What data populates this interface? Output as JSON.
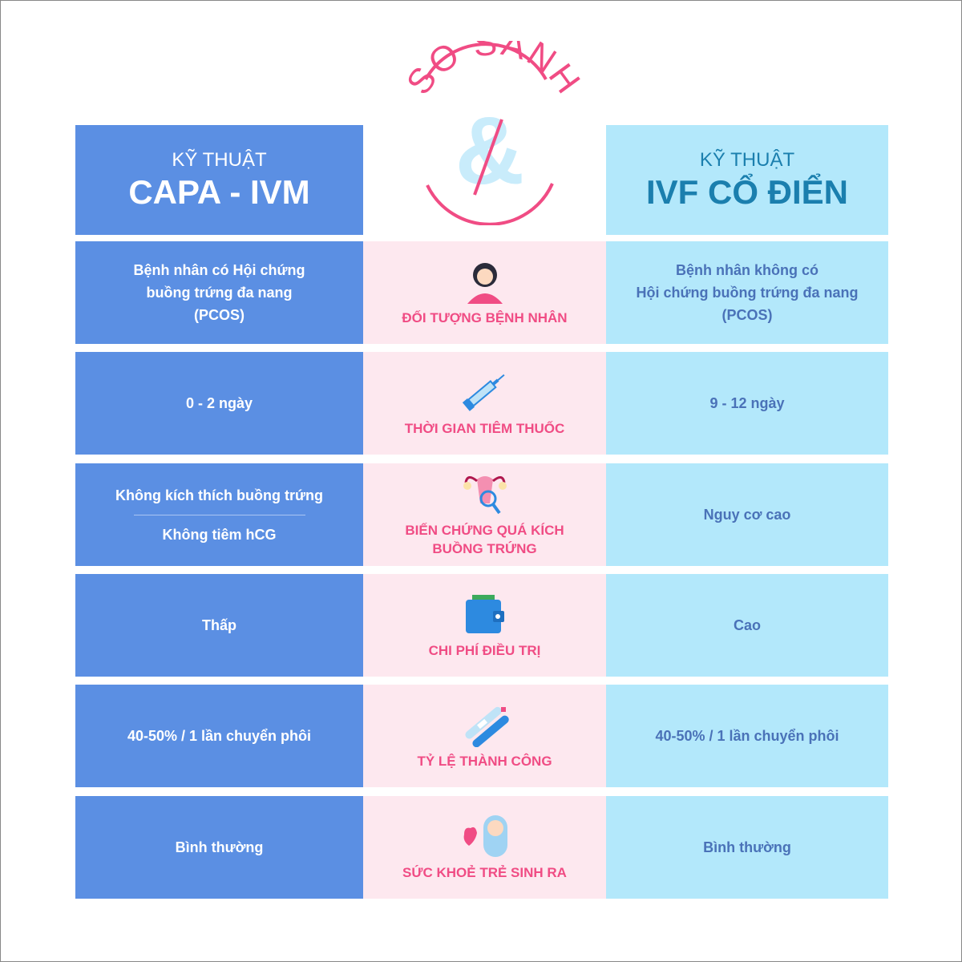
{
  "title": "SO SÁNH",
  "left": {
    "kicker": "KỸ THUẬT",
    "name": "CAPA - IVM"
  },
  "right": {
    "kicker": "KỸ THUẬT",
    "name": "IVF CỔ ĐIỂN"
  },
  "rows": [
    {
      "criterion": "ĐỐI TƯỢNG BỆNH NHÂN",
      "icon": "patient-icon",
      "left": [
        "Bệnh nhân có Hội chứng",
        "buồng trứng đa nang",
        "(PCOS)"
      ],
      "right": [
        "Bệnh nhân không có",
        "Hội chứng buồng trứng đa nang",
        "(PCOS)"
      ]
    },
    {
      "criterion": "THỜI GIAN TIÊM THUỐC",
      "icon": "syringe-icon",
      "left": [
        "0 - 2 ngày"
      ],
      "right": [
        "9 - 12 ngày"
      ]
    },
    {
      "criterion": "BIẾN CHỨNG QUÁ KÍCH BUỒNG TRỨNG",
      "icon": "uterus-magnifier-icon",
      "left": [
        "Không kích thích buồng trứng",
        "Không tiêm hCG"
      ],
      "right": [
        "Nguy cơ cao"
      ]
    },
    {
      "criterion": "CHI PHÍ ĐIỀU TRỊ",
      "icon": "wallet-icon",
      "left": [
        "Thấp"
      ],
      "right": [
        "Cao"
      ]
    },
    {
      "criterion": "TỶ LỆ THÀNH CÔNG",
      "icon": "pregnancy-test-icon",
      "left": [
        "40-50% / 1 lần chuyển phôi"
      ],
      "right": [
        "40-50% / 1 lần chuyển phôi"
      ]
    },
    {
      "criterion": "SỨC KHOẺ TRẺ SINH RA",
      "icon": "baby-heart-icon",
      "left": [
        "Bình thường"
      ],
      "right": [
        "Bình thường"
      ]
    }
  ],
  "colors": {
    "left": "#5b8fe3",
    "right": "#b3e8fb",
    "middle": "#fde8ef",
    "accent": "#f04c84"
  }
}
